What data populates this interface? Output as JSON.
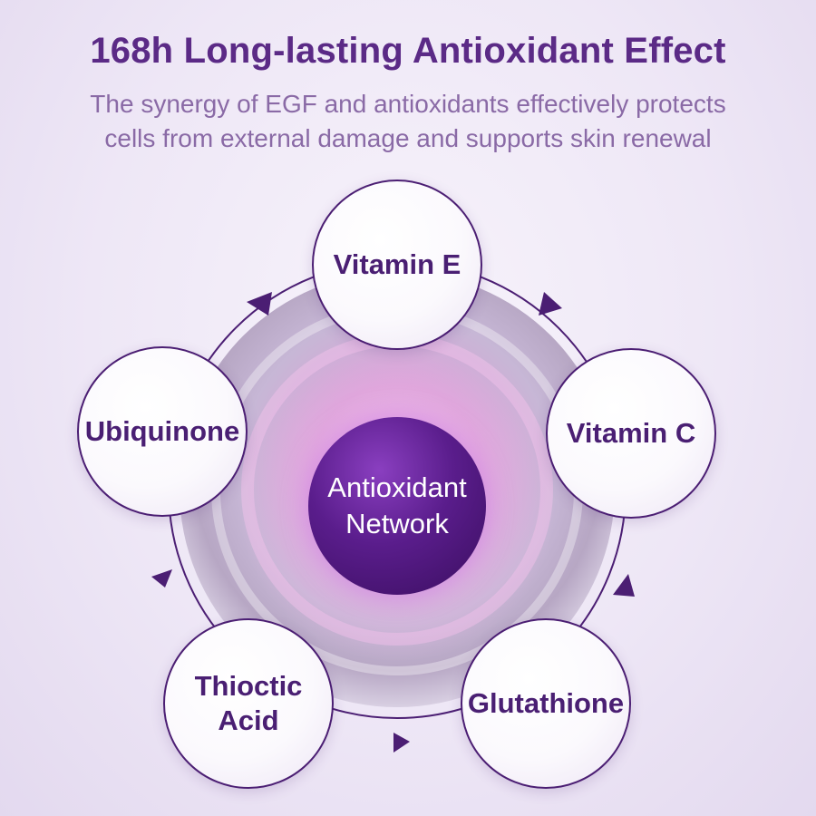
{
  "header": {
    "title": "168h Long-lasting Antioxidant Effect",
    "subtitle_lines": [
      "The synergy of EGF and antioxidants effectively protects",
      "cells from external damage and supports skin renewal"
    ]
  },
  "center": {
    "lines": [
      "Antioxidant",
      "Network"
    ]
  },
  "nodes": [
    {
      "lines": [
        "Vitamin E"
      ]
    },
    {
      "lines": [
        "Vitamin C"
      ]
    },
    {
      "lines": [
        "Glutathione"
      ]
    },
    {
      "lines": [
        "Thioctic",
        "Acid"
      ]
    },
    {
      "lines": [
        "Ubiquinone"
      ]
    }
  ],
  "colors": {
    "title": "#5b2a86",
    "subtitle": "#8a6aa6",
    "node_border": "#4b1e73",
    "arrow": "#4b1e73",
    "center": "#5a1d8c"
  }
}
